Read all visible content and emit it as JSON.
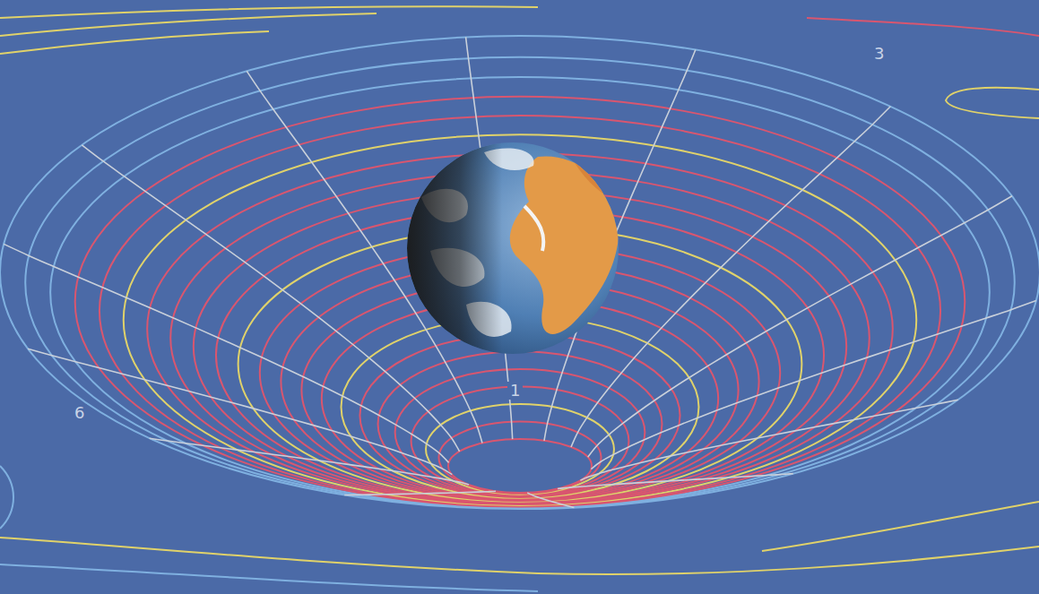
{
  "diagram": {
    "labels": [
      "3",
      "1",
      "6"
    ]
  }
}
